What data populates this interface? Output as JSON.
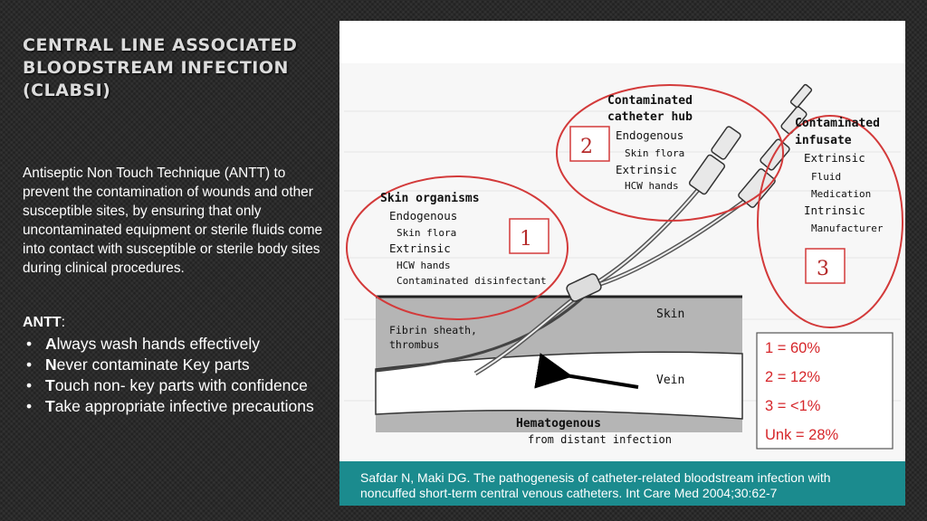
{
  "slide": {
    "title_lines": [
      "CENTRAL LINE ASSOCIATED",
      "BLOODSTREAM INFECTION",
      "(CLABSI)"
    ],
    "paragraph": "Antiseptic Non Touch Technique (ANTT) to prevent the contamination of wounds and other susceptible sites, by ensuring that only uncontaminated equipment or sterile fluids come into contact with susceptible or sterile body sites during clinical procedures.",
    "antt_heading": "ANTT",
    "antt_colon": ":",
    "antt_items": [
      {
        "initial": "A",
        "rest": "lways wash hands effectively"
      },
      {
        "initial": "N",
        "rest": "ever contaminate Key parts"
      },
      {
        "initial": "T",
        "rest": "ouch non- key parts with confidence"
      },
      {
        "initial": "T",
        "rest": "ake appropriate infective precautions"
      }
    ]
  },
  "figure": {
    "hub": {
      "title1": "Contaminated",
      "title2": "catheter hub",
      "endo": "Endogenous",
      "endo_sub": "Skin flora",
      "extr": "Extrinsic",
      "extr_sub": "HCW hands",
      "num": "2"
    },
    "infusate": {
      "title1": "Contaminated",
      "title2": "infusate",
      "extr": "Extrinsic",
      "fluid": "Fluid",
      "medication": "Medication",
      "intr": "Intrinsic",
      "manufacturer": "Manufacturer",
      "num": "3"
    },
    "skin": {
      "title": "Skin organisms",
      "endo": "Endogenous",
      "endo_sub": "Skin flora",
      "extr": "Extrinsic",
      "extr_sub1": "HCW hands",
      "extr_sub2": "Contaminated disinfectant",
      "num": "1"
    },
    "skin_label": "Skin",
    "fibrin_label1": "Fibrin sheath,",
    "fibrin_label2": "thrombus",
    "vein_label": "Vein",
    "hemato1": "Hematogenous",
    "hemato2": "from distant infection",
    "stats": [
      "1 = 60%",
      "2 = 12%",
      "3 = <1%",
      "Unk = 28%"
    ],
    "stat_color": "#d6262a",
    "circle_color": "#d33a3a",
    "caption1": "Safdar N, Maki DG. The pathogenesis of catheter-related bloodstream infection with",
    "caption2": "noncuffed short-term central venous catheters.  Int Care Med 2004;30:62-7"
  }
}
